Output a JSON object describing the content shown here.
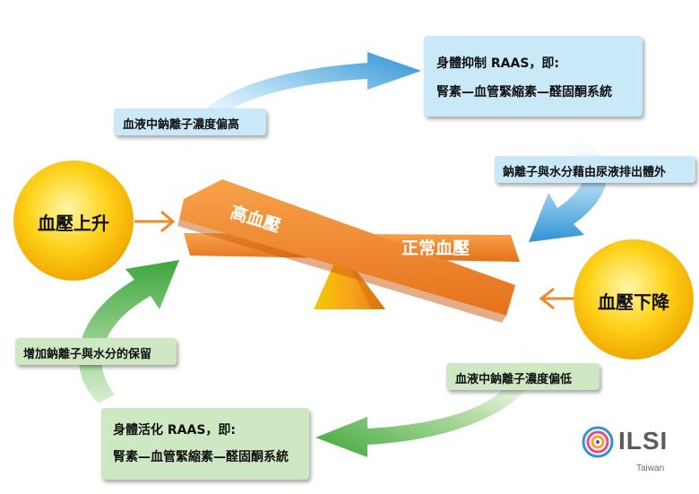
{
  "top_box": {
    "line1": "身體抑制 RAAS，即:",
    "line2": "腎素—血管緊縮素—醛固酮系統"
  },
  "bottom_box": {
    "line1": "身體活化 RAAS，即:",
    "line2": "腎素—血管緊縮素—醛固酮系統"
  },
  "labels": {
    "high_sodium": "血液中鈉離子濃度偏高",
    "excrete": "鈉離子與水分藉由尿液排出體外",
    "retain": "增加鈉離子與水分的保留",
    "low_sodium": "血液中鈉離子濃度偏低"
  },
  "circles": {
    "bp_rise": "血壓上升",
    "bp_fall": "血壓下降"
  },
  "seesaw": {
    "high": "高血壓",
    "normal": "正常血壓"
  },
  "logo": {
    "name": "ILSI",
    "region": "Taiwan"
  },
  "colors": {
    "blue_box": "#c9e8f8",
    "green_box": "#cfe8c4",
    "orange": "#f08a24",
    "circle": "#f7c500"
  }
}
